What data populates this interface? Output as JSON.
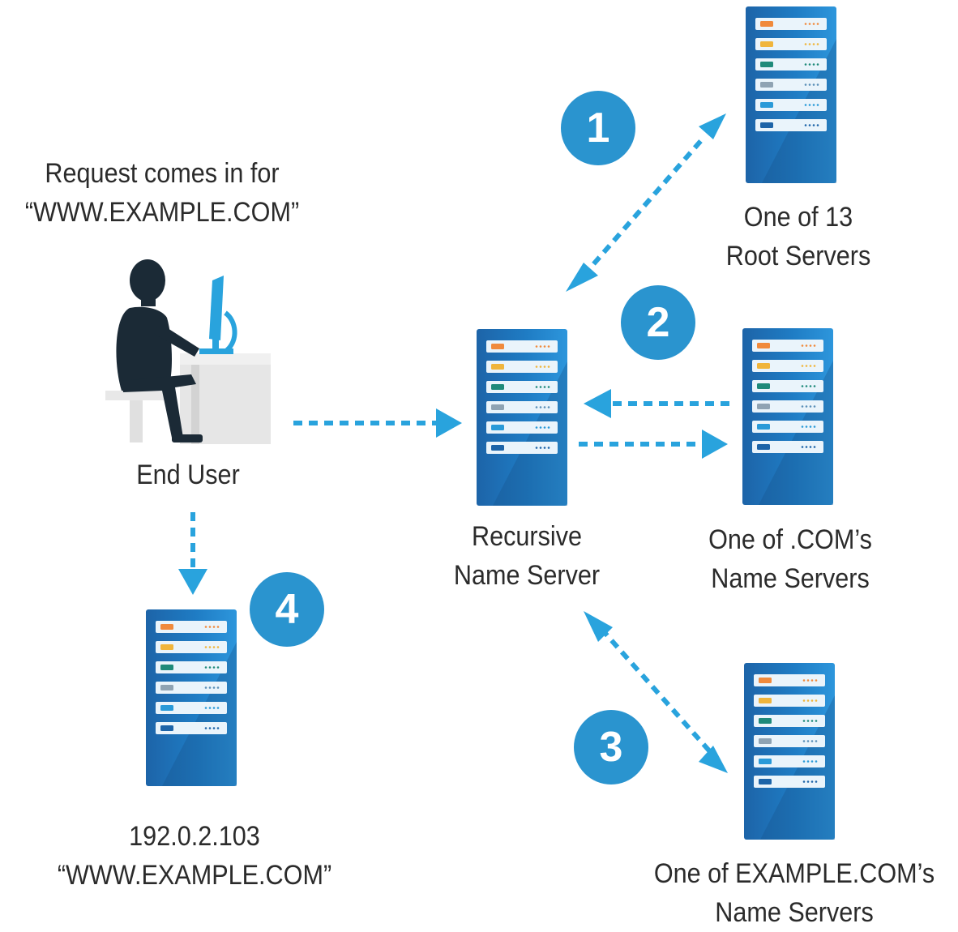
{
  "user": {
    "request_line1": "Request comes in for",
    "request_line2": "“WWW.EXAMPLE.COM”",
    "label": "End User"
  },
  "servers": {
    "root": {
      "line1": "One of 13",
      "line2": "Root Servers"
    },
    "recursive": {
      "line1": "Recursive",
      "line2": "Name Server"
    },
    "com": {
      "line1": "One of .COM’s",
      "line2": "Name Servers"
    },
    "example": {
      "line1": "One of EXAMPLE.COM’s",
      "line2": "Name Servers"
    },
    "result": {
      "line1": "192.0.2.103",
      "line2": "“WWW.EXAMPLE.COM”"
    }
  },
  "steps": [
    "1",
    "2",
    "3",
    "4"
  ],
  "colors": {
    "accent": "#2a94cf",
    "arrow": "#29a3dd",
    "server_dark": "#1f5f9e",
    "server_light": "#2b8fd4",
    "person": "#1b2a36"
  }
}
